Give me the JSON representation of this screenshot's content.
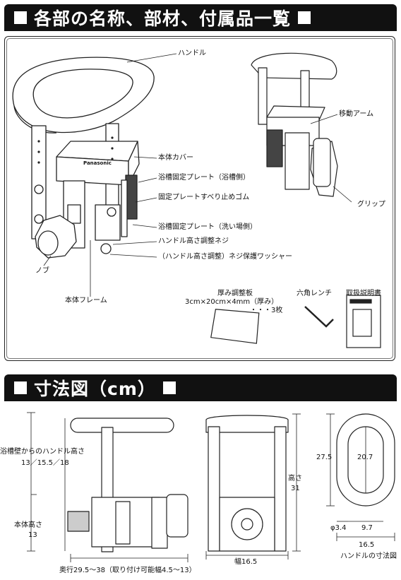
{
  "sections": {
    "parts_title": "各部の名称、部材、付属品一覧",
    "dimensions_title": "寸法図（cm）"
  },
  "parts_labels": {
    "handle": "ハンドル",
    "moving_arm": "移動アーム",
    "body_cover": "本体カバー",
    "tub_plate_tub_side": "浴槽固定プレート（浴槽側）",
    "plate_antislip": "固定プレートすべり止めゴム",
    "tub_plate_wash_side": "浴槽固定プレート（洗い場側）",
    "height_screw": "ハンドル高さ調整ネジ",
    "screw_washer": "（ハンドル高さ調整）ネジ保護ワッシャー",
    "grip": "グリップ",
    "knob": "ノブ",
    "body_frame": "本体フレーム",
    "brand_mark": "Panasonic"
  },
  "accessories": {
    "shim_title": "厚み調整板",
    "shim_size": "3cm×20cm×4mm（厚み）",
    "shim_qty": "・・・3枚",
    "hex_wrench": "六角レンチ",
    "manual": "取扱説明書"
  },
  "dimensions": {
    "handle_height_label": "浴槽壁からのハンドル高さ",
    "handle_height_values": "13／15.5／18",
    "body_height_label": "本体高さ",
    "body_height_value": "13",
    "depth_label": "奥行29.5～38（取り付け可能幅4.5～13）",
    "width_label": "幅16.5",
    "height_label": "高さ",
    "height_value": "31",
    "handle_outer_height": "27.5",
    "handle_inner_height": "20.7",
    "handle_bar_dia": "φ3.4",
    "handle_inner_width": "9.7",
    "handle_outer_width": "16.5",
    "handle_dim_caption": "ハンドルの寸法図"
  }
}
